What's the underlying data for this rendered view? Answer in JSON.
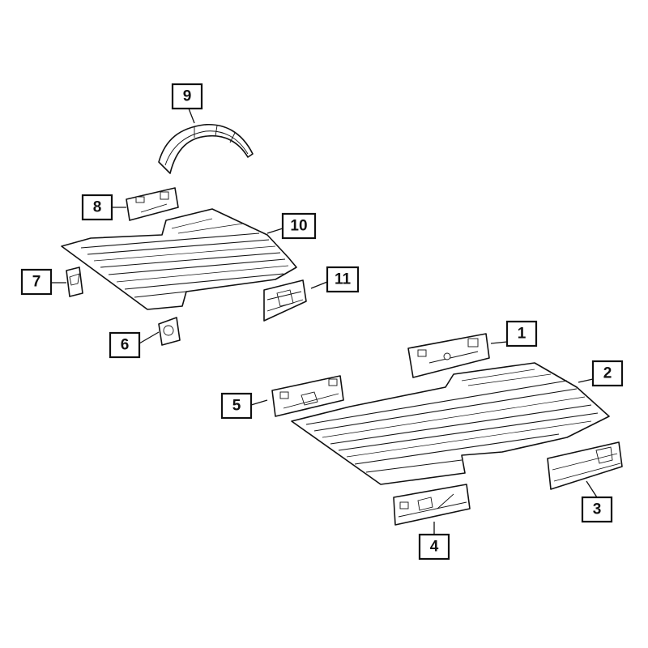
{
  "diagram": {
    "callouts": [
      {
        "id": "1",
        "label": "1"
      },
      {
        "id": "2",
        "label": "2"
      },
      {
        "id": "3",
        "label": "3"
      },
      {
        "id": "4",
        "label": "4"
      },
      {
        "id": "5",
        "label": "5"
      },
      {
        "id": "6",
        "label": "6"
      },
      {
        "id": "7",
        "label": "7"
      },
      {
        "id": "8",
        "label": "8"
      },
      {
        "id": "9",
        "label": "9"
      },
      {
        "id": "10",
        "label": "10"
      },
      {
        "id": "11",
        "label": "11"
      }
    ],
    "colors": {
      "line": "#111111",
      "background": "#ffffff"
    }
  }
}
